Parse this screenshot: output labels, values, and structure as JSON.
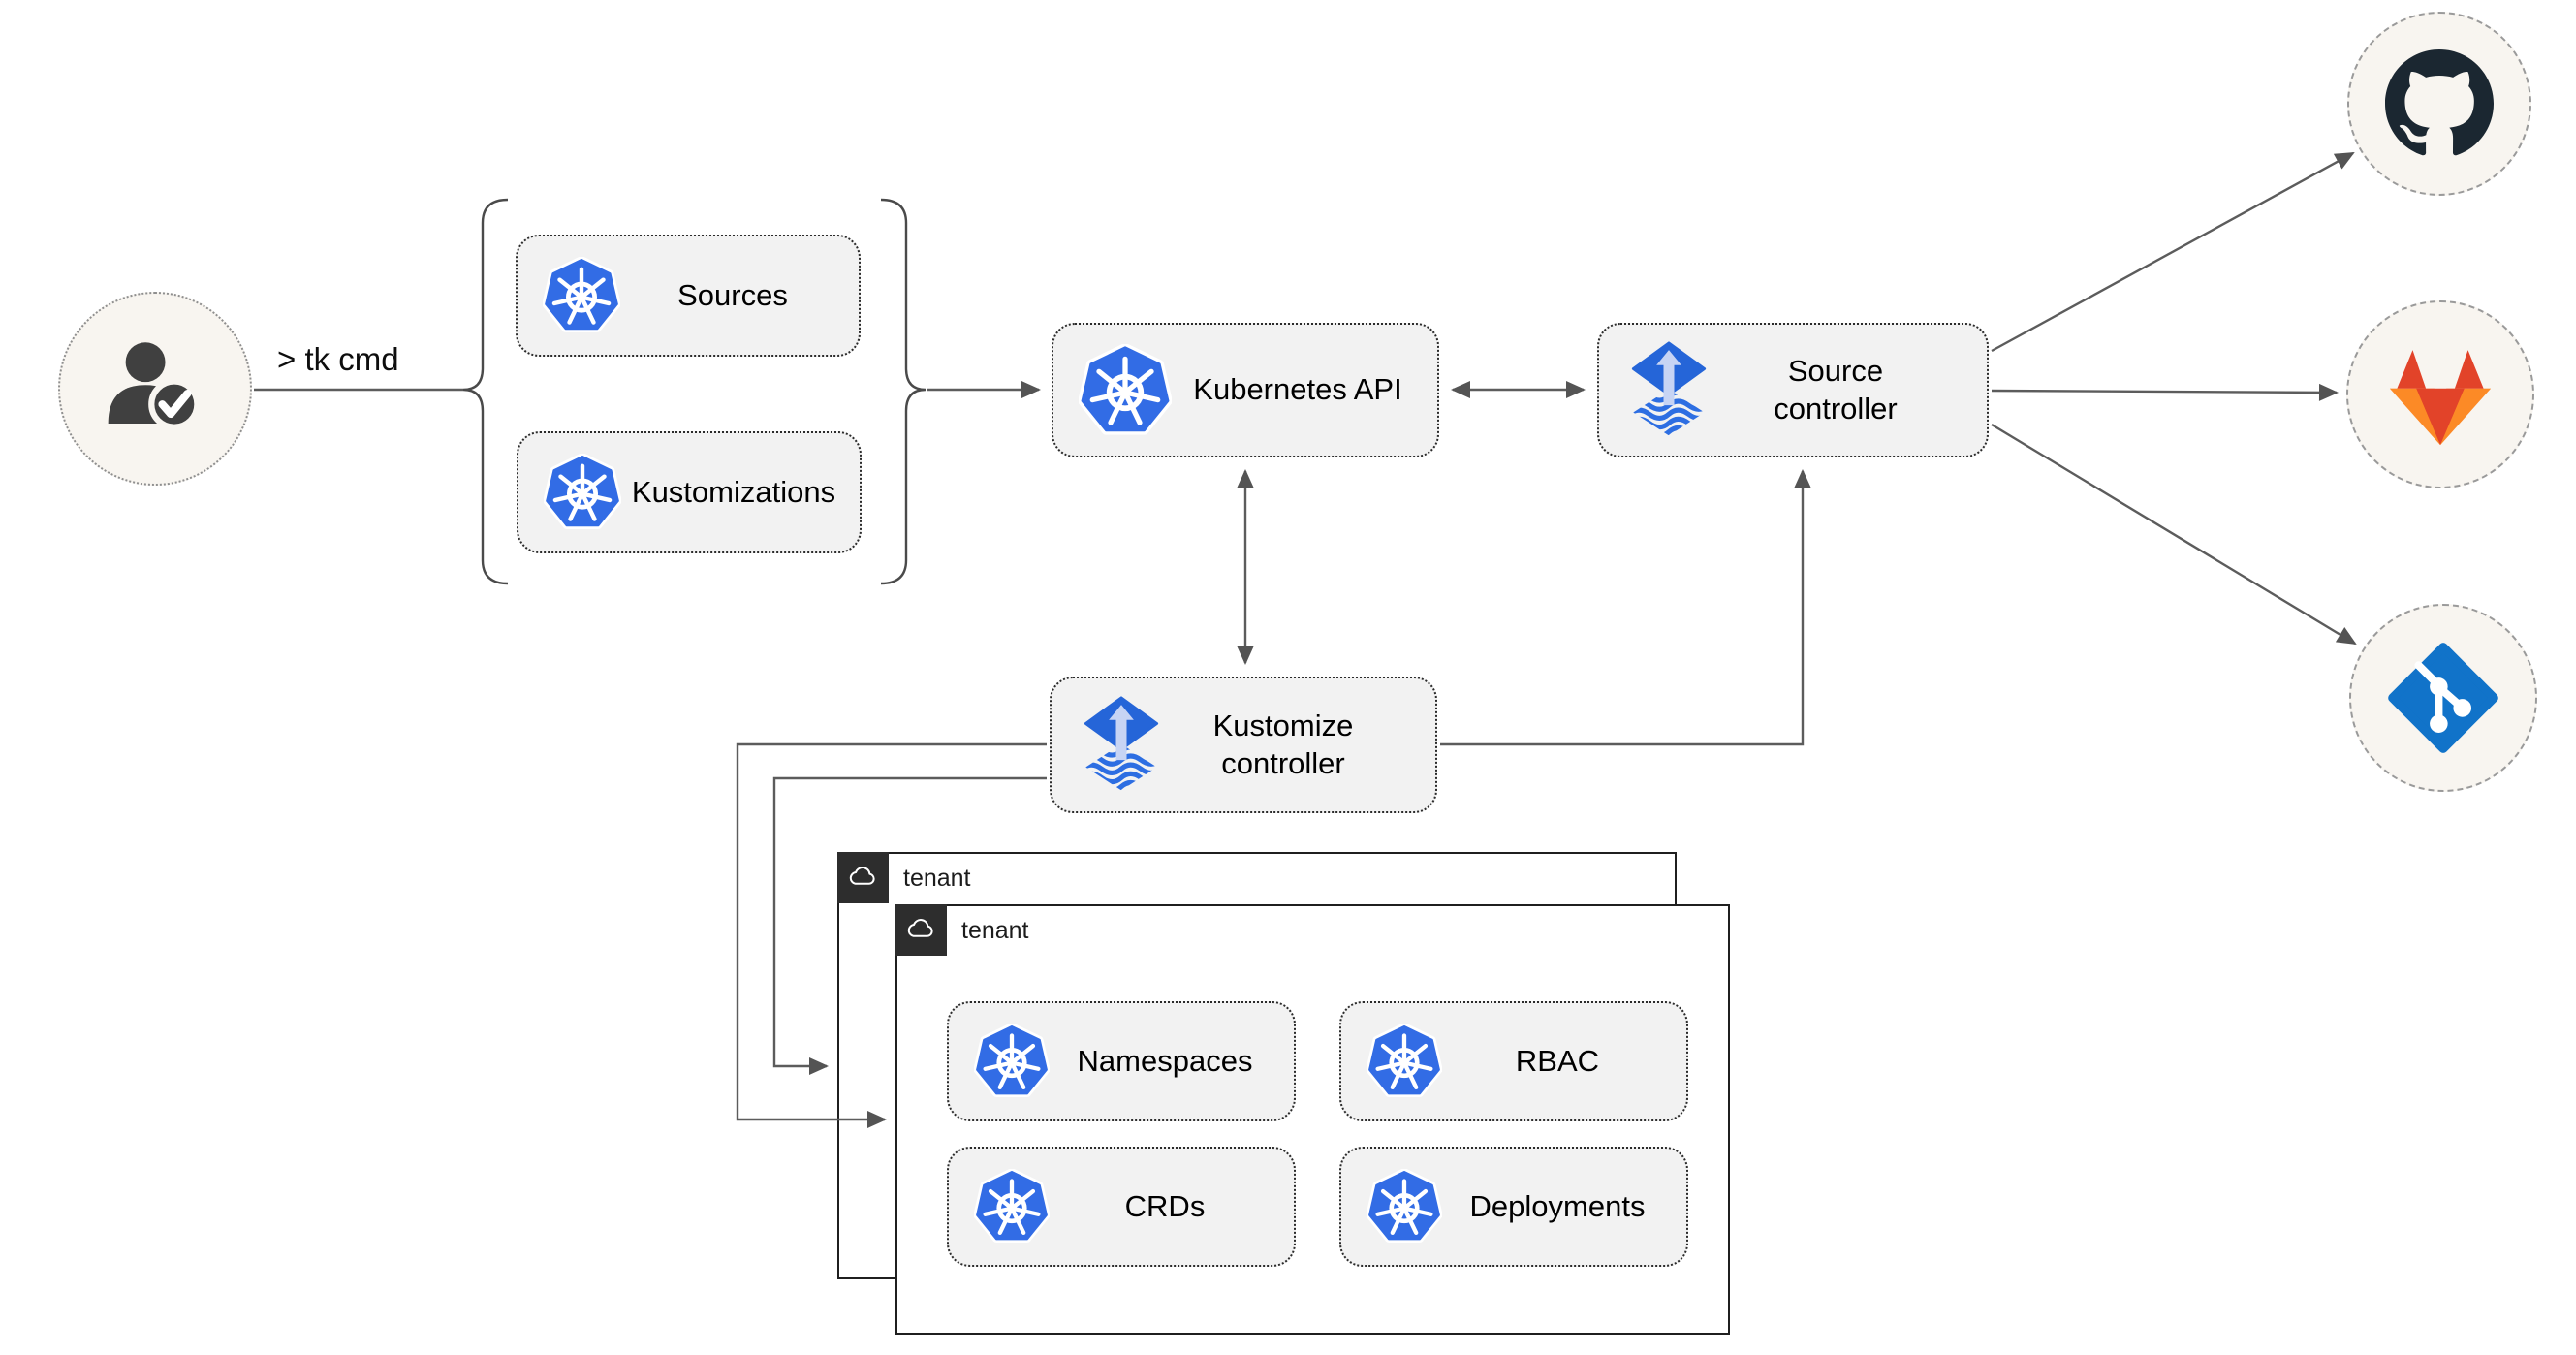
{
  "diagram": {
    "user": {
      "command_label": "> tk cmd"
    },
    "cluster_objects": {
      "sources_label": "Sources",
      "kustomizations_label": "Kustomizations"
    },
    "nodes": {
      "kubernetes_api_label": "Kubernetes API",
      "source_controller_label": "Source controller",
      "kustomize_controller_label": "Kustomize controller"
    },
    "tenant_outer": {
      "label": "tenant"
    },
    "tenant_inner": {
      "label": "tenant",
      "resources": [
        "Namespaces",
        "RBAC",
        "CRDs",
        "Deployments"
      ]
    },
    "git_providers": [
      "github-icon",
      "gitlab-icon",
      "git-icon"
    ],
    "colors": {
      "kubernetes_blue": "#326ce5",
      "flux_diamond_blue": "#2565d8",
      "flux_arrow_light": "#c7d4f4",
      "flux_wave_blue": "#2d6ee2",
      "github_dark": "#1b2731",
      "gitlab_red": "#e24329",
      "gitlab_orange": "#fc6d26",
      "git_blue": "#1173c9",
      "node_fill": "#f2f2f2",
      "tenant_header_dark": "#2d2d2d",
      "connector_gray": "#5c5c5c"
    }
  }
}
